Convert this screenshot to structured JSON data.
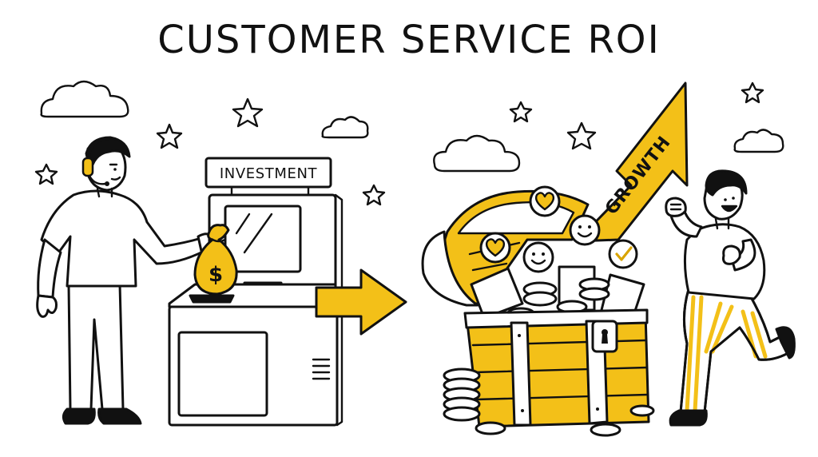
{
  "title": "CUSTOMER SERVICE ROI",
  "investment_label": "INVESTMENT",
  "growth_label": "GROWTH",
  "money_symbol": "$",
  "colors": {
    "accent": "#f3c018",
    "ink": "#111111",
    "background": "#ffffff"
  },
  "icons": [
    "cloud-icon",
    "star-icon",
    "heart-icon",
    "smile-icon",
    "checkmark-icon",
    "arrow-right-icon",
    "arrow-up-right-icon",
    "keyhole-icon",
    "money-bag-icon"
  ]
}
